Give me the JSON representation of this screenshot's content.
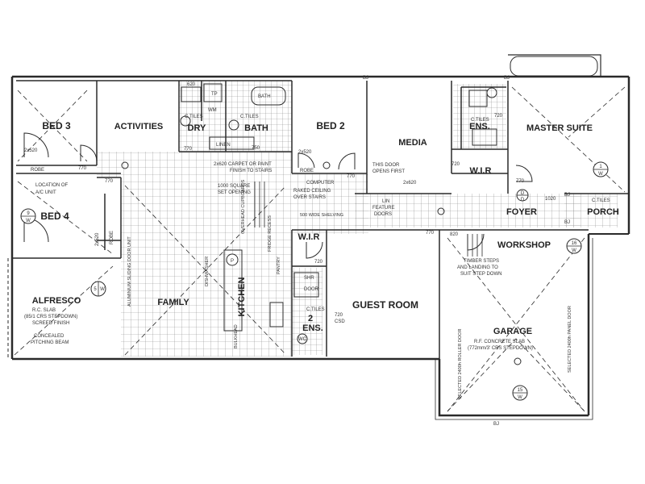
{
  "rooms": {
    "bed3": "BED 3",
    "activities": "ACTIVITIES",
    "dry": "DRY",
    "bath": "BATH",
    "bed2": "BED 2",
    "media": "MEDIA",
    "ens": "ENS.",
    "master_suite": "MASTER SUITE",
    "wir_master": "W.I.R",
    "bed4": "BED 4",
    "foyer": "FOYER",
    "porch": "PORCH",
    "wir": "W.I.R",
    "workshop": "WORKSHOP",
    "alfresco": "ALFRESCO",
    "family": "FAMILY",
    "kitchen": "KITCHEN",
    "guest_room": "GUEST ROOM",
    "ens2_num": "2",
    "ens2": "ENS.",
    "garage": "GARAGE"
  },
  "notes": {
    "robe": "ROBE",
    "robe_b": "ROBE",
    "robe_c": "ROBE",
    "linen": "LINEN",
    "c_tiles_dry": "C.TILES",
    "c_tiles_bath": "C.TILES",
    "c_tiles_ens": "C.TILES",
    "c_tiles_ens2": "C.TILES",
    "c_tiles_porch": "C.TILES",
    "location_ac_1": "LOCATION OF",
    "location_ac_2": "A/C UNIT",
    "carpet_1": "2x620 CARPET OR PAINT",
    "carpet_2": "FINISH TO STAIRS",
    "opening_1": "1000 SQUARE",
    "opening_2": "SET OPENING",
    "computer": "COMPUTER",
    "raked_1": "RAKED CEILING",
    "raked_2": "OVER STAIRS",
    "shelving": "500 WIDE SHELVING",
    "door_opens_1": "THIS DOOR",
    "door_opens_2": "OPENS FIRST",
    "lin_feature_1": "LIN",
    "lin_feature_2": "FEATURE",
    "lin_feature_3": "DOORS",
    "alfresco_1": "R.C. SLAB",
    "alfresco_2": "(85/1 CRS STEPDOWN)",
    "alfresco_3": "SCREED FINISH",
    "pitching_1": "CONCEALED",
    "pitching_2": "PITCHING BEAM",
    "sliding_door": "ALUMINIUM SLIDING DOOR UNIT",
    "timber_1": "TIMBER STEPS",
    "timber_2": "AND LANDING TO",
    "timber_3": "SUIT STEP DOWN",
    "garage_1": "R.F. CONCRETE SLAB",
    "garage_2": "(772mm/3' CRS STEPDOWN)",
    "roller_door": "SELECTED 2400h ROLLER DOOR",
    "panel_door": "SELECTED 2400h PANEL DOOR",
    "bulkhead": "BULKHEAD",
    "pantry": "PANTRY",
    "fridge_recess": "FRIDGE RECESS",
    "overhead_cupboards": "OVERHEAD CUPBOARDS",
    "dishwasher": "DISHWASHER",
    "shr": "SHR",
    "wc": "WC",
    "wm": "WM",
    "tp": "TP",
    "bath_label": "BATH",
    "shr_door": "DOOR",
    "bj1": "BJ",
    "bj2": "BJ",
    "bj3": "BJ",
    "bj4": "BJ",
    "bj5": "BJ",
    "d_2x520a": "2x520",
    "d_2x520b": "2x520",
    "d_2x520c": "2x520",
    "d_2x620": "2x620",
    "d_770a": "770",
    "d_770b": "770",
    "d_770c": "770",
    "d_770d": "770",
    "d_770e": "770",
    "d_770f": "770",
    "d_720a": "720",
    "d_720b": "720",
    "d_720c": "720",
    "d_720d": "720",
    "d_820": "820",
    "d_1020": "1020",
    "d_620": "620",
    "d_750": "750",
    "csd": "CSD"
  },
  "ceiling_markers": {
    "bed4": {
      "top": "9",
      "bottom": "W"
    },
    "alfresco": {
      "top": "5",
      "bottom": "W"
    },
    "master": {
      "top": "1",
      "bottom": "W"
    },
    "workshop": {
      "top": "16",
      "bottom": "W"
    },
    "garage": {
      "top": "15",
      "bottom": "W"
    },
    "foyer_marker": {
      "top": "D",
      "bottom": "D"
    },
    "kitchen": {
      "top": "P",
      "bottom": ""
    }
  },
  "colors": {
    "line": "#2a2a2a",
    "tile_grid": "#8a8a8a",
    "paper": "#ffffff"
  }
}
